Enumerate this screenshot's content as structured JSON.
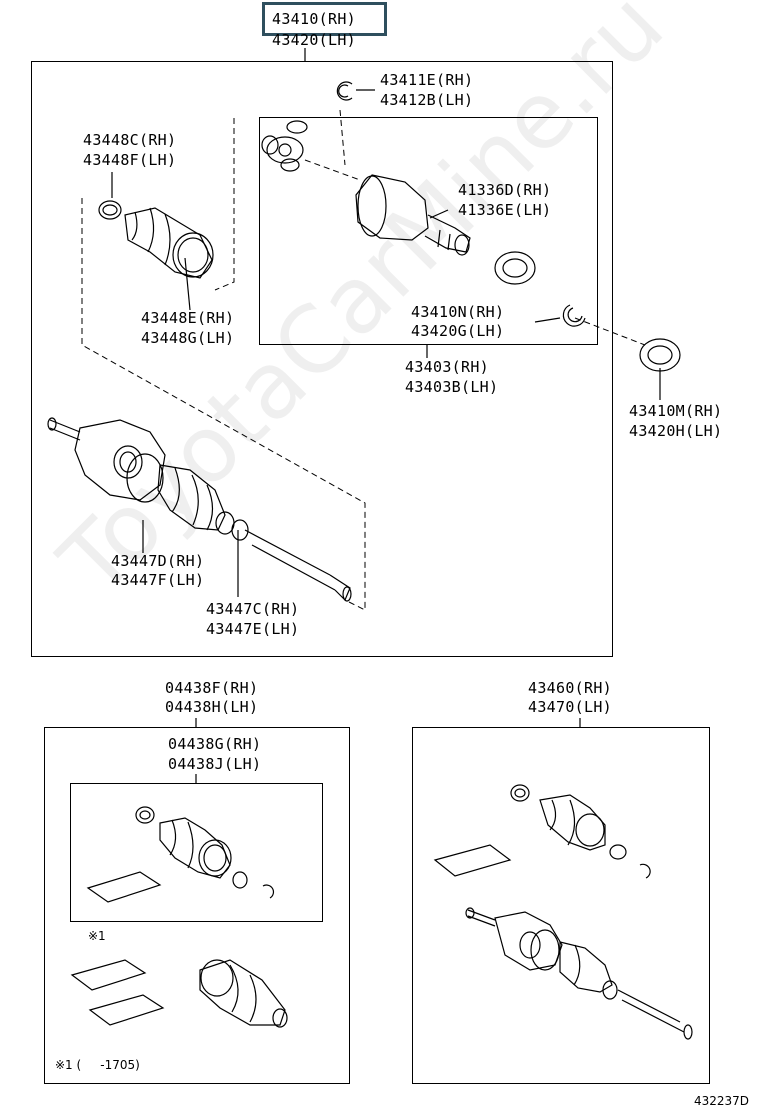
{
  "labels": {
    "top_rh": "43410(RH)",
    "top_lh": "43420(LH)",
    "l43411e": "43411E(RH)",
    "l43412b": "43412B(LH)",
    "l43448c": "43448C(RH)",
    "l43448f": "43448F(LH)",
    "l41336d": "41336D(RH)",
    "l41336e": "41336E(LH)",
    "l43448e": "43448E(RH)",
    "l43448g": "43448G(LH)",
    "l43410n": "43410N(RH)",
    "l43420g": "43420G(LH)",
    "l43403": "43403(RH)",
    "l43403b": "43403B(LH)",
    "l43410m": "43410M(RH)",
    "l43420h": "43420H(LH)",
    "l43447d": "43447D(RH)",
    "l43447f": "43447F(LH)",
    "l43447c": "43447C(RH)",
    "l43447e": "43447E(LH)",
    "l04438f": "04438F(RH)",
    "l04438h": "04438H(LH)",
    "l04438g": "04438G(RH)",
    "l04438j": "04438J(LH)",
    "l43460": "43460(RH)",
    "l43470": "43470(LH)"
  },
  "notes": {
    "mark1": "※1",
    "footnote": "※1 (     -1705)"
  },
  "diagram_id": "432237D",
  "watermark": "ToyotaCarMine.ru",
  "colors": {
    "highlight_border": "#2f4f5e",
    "line": "#000000"
  }
}
